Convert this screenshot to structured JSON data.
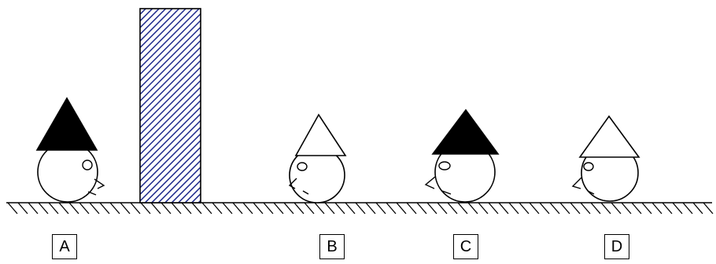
{
  "figures": [
    {
      "label": "A",
      "hat": "black",
      "facing": "right"
    },
    {
      "label": "B",
      "hat": "white",
      "facing": "left"
    },
    {
      "label": "C",
      "hat": "black",
      "facing": "left"
    },
    {
      "label": "D",
      "hat": "white",
      "facing": "left"
    }
  ],
  "wall": {
    "pattern": "diagonal-hatch",
    "color": "#1e2a8c"
  },
  "colors": {
    "black_hat": "#000000",
    "white_hat": "#ffffff",
    "outline": "#000000"
  }
}
